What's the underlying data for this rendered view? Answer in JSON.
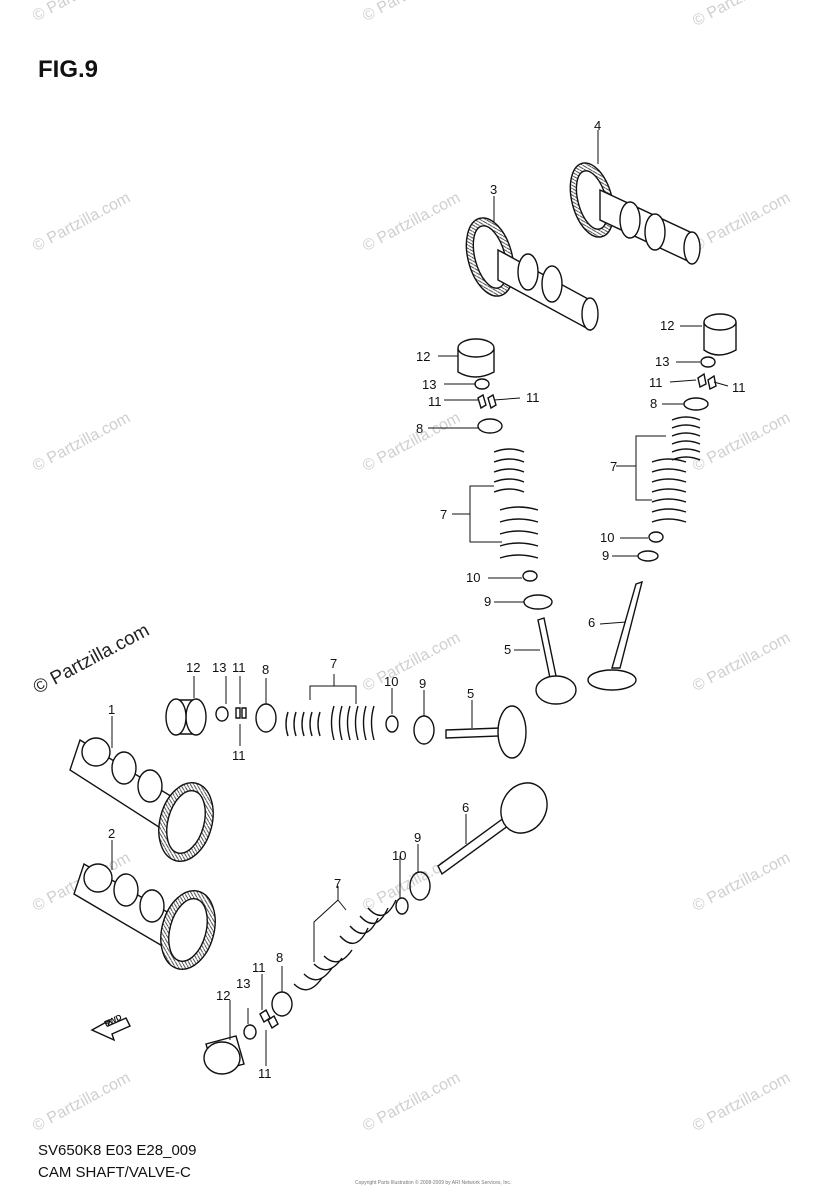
{
  "figure": {
    "title": "FIG.9"
  },
  "watermark": {
    "text": "© Partzilla.com"
  },
  "labels": {
    "l1": "1",
    "l2": "2",
    "l3": "3",
    "l4": "4",
    "l5a": "5",
    "l5b": "5",
    "l6a": "6",
    "l6b": "6",
    "l7a": "7",
    "l7b": "7",
    "l7c": "7",
    "l7d": "7",
    "l8a": "8",
    "l8b": "8",
    "l8c": "8",
    "l8d": "8",
    "l9a": "9",
    "l9b": "9",
    "l9c": "9",
    "l9d": "9",
    "l10a": "10",
    "l10b": "10",
    "l10c": "10",
    "l10d": "10",
    "l11": "11",
    "l12a": "12",
    "l12b": "12",
    "l12c": "12",
    "l12d": "12",
    "l13": "13",
    "fwd": "FWD"
  },
  "footer": {
    "code": "SV650K8 E03 E28_009",
    "title": "CAM SHAFT/VALVE-C",
    "copyright": "Copyright Parts Illustration © 2008-2009 by ARI Network Services, Inc."
  }
}
